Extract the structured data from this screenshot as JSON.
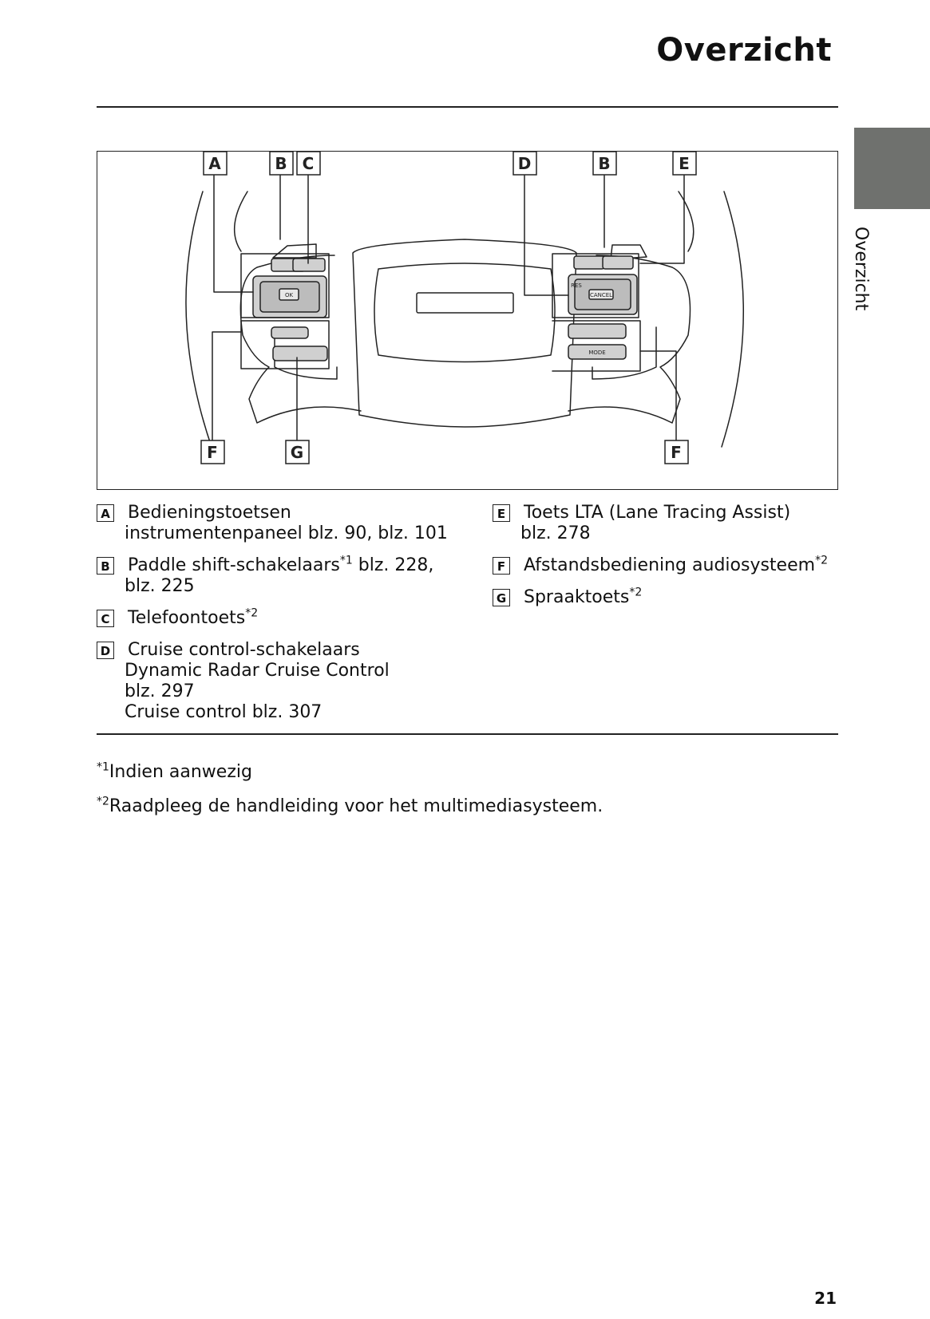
{
  "header": {
    "title": "Overzicht"
  },
  "side_tab": {
    "label": "Overzicht"
  },
  "figure": {
    "callouts_top": [
      "A",
      "B",
      "C",
      "D",
      "B",
      "E"
    ],
    "callouts_bottom": [
      "F",
      "G",
      "F"
    ],
    "button_labels": {
      "ok": "OK",
      "res": "RES",
      "cancel": "CANCEL",
      "mode": "MODE"
    }
  },
  "legend": {
    "left": [
      {
        "letter": "A",
        "text": "Bedieningstoetsen",
        "cont": [
          "instrumentenpaneel blz. 90, blz. 101"
        ]
      },
      {
        "letter": "B",
        "text": "Paddle shift-schakelaars",
        "sup": "*1",
        "after": " blz. 228,",
        "cont": [
          "blz. 225"
        ]
      },
      {
        "letter": "C",
        "text": "Telefoontoets",
        "sup": "*2"
      },
      {
        "letter": "D",
        "text": "Cruise control-schakelaars",
        "cont": [
          "Dynamic Radar Cruise Control",
          "blz. 297",
          "Cruise control blz. 307"
        ]
      }
    ],
    "right": [
      {
        "letter": "E",
        "text": "Toets LTA (Lane Tracing Assist)",
        "cont": [
          "blz. 278"
        ]
      },
      {
        "letter": "F",
        "text": "Afstandsbediening audiosysteem",
        "sup": "*2"
      },
      {
        "letter": "G",
        "text": "Spraaktoets",
        "sup": "*2"
      }
    ]
  },
  "footnotes": [
    {
      "mark": "*1",
      "text": "Indien aanwezig"
    },
    {
      "mark": "*2",
      "text": "Raadpleeg de handleiding voor het multimediasysteem."
    }
  ],
  "page_number": "21"
}
